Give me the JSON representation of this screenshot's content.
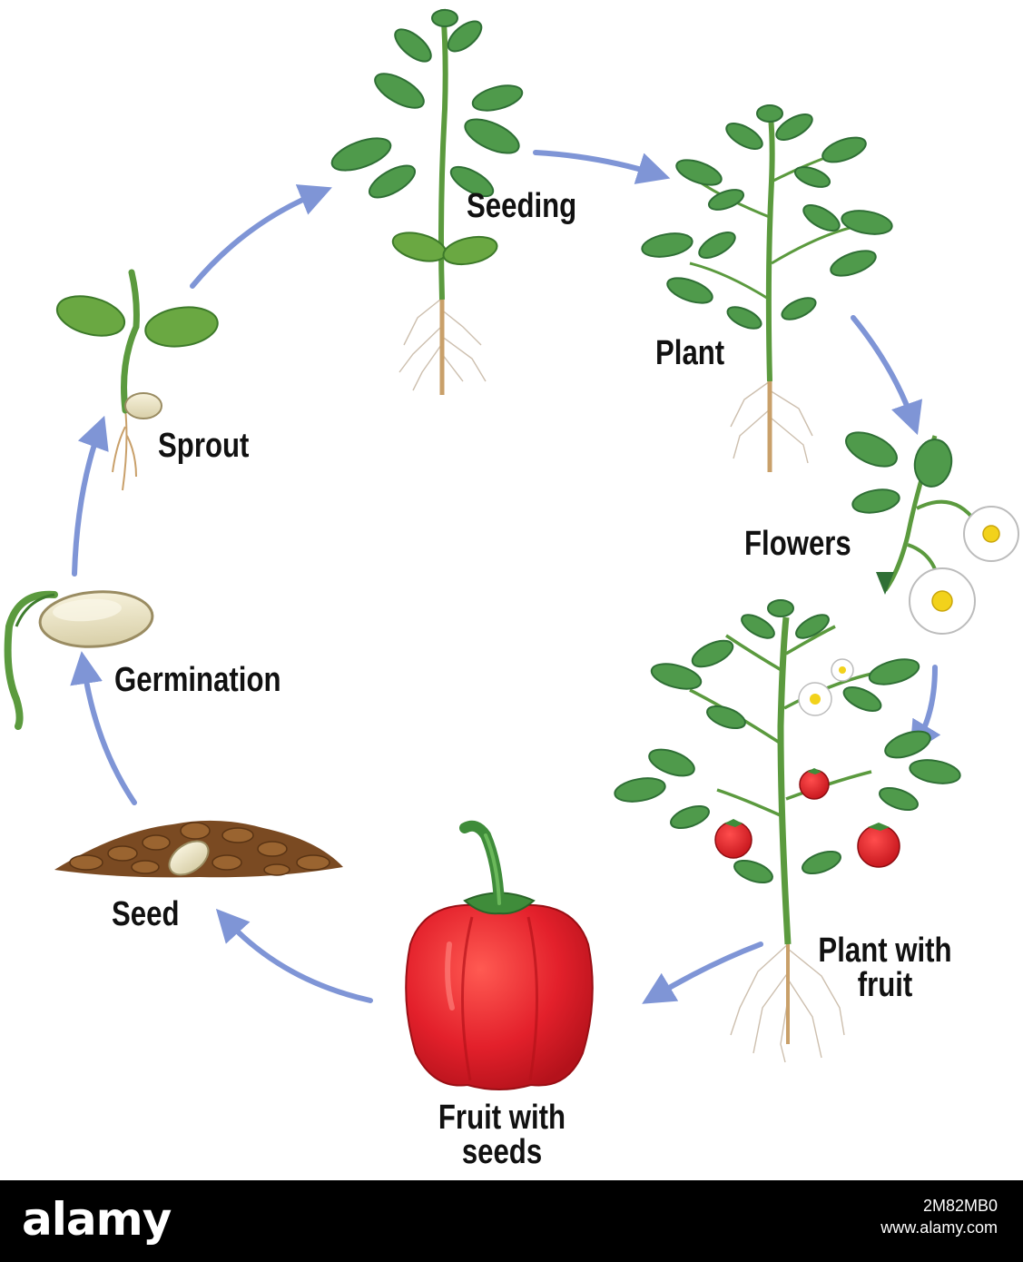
{
  "colors": {
    "arrow": "#7f95d6",
    "leaf": "#4f9a4b",
    "leaf_dark": "#2f6f35",
    "stem": "#5b9a3e",
    "root": "#c9a06a",
    "seed": "#efe8cc",
    "soil": "#7a4a22",
    "pepper": "#e3202b",
    "pepper_stem": "#3f8c3a",
    "petal": "#ffffff",
    "flower_center": "#f2d21b",
    "label": "#111111",
    "footer_bg": "#000000"
  },
  "stages": [
    {
      "id": "seed",
      "label": "Seed"
    },
    {
      "id": "germination",
      "label": "Germination"
    },
    {
      "id": "sprout",
      "label": "Sprout"
    },
    {
      "id": "seeding",
      "label": "Seeding"
    },
    {
      "id": "plant",
      "label": "Plant"
    },
    {
      "id": "flowers",
      "label": "Flowers"
    },
    {
      "id": "plant_with_fruit",
      "label_line1": "Plant with",
      "label_line2": "fruit"
    },
    {
      "id": "fruit_with_seeds",
      "label_line1": "Fruit with",
      "label_line2": "seeds"
    }
  ],
  "footer": {
    "brand": "alamy",
    "image_id": "2M82MB0",
    "url": "www.alamy.com"
  }
}
